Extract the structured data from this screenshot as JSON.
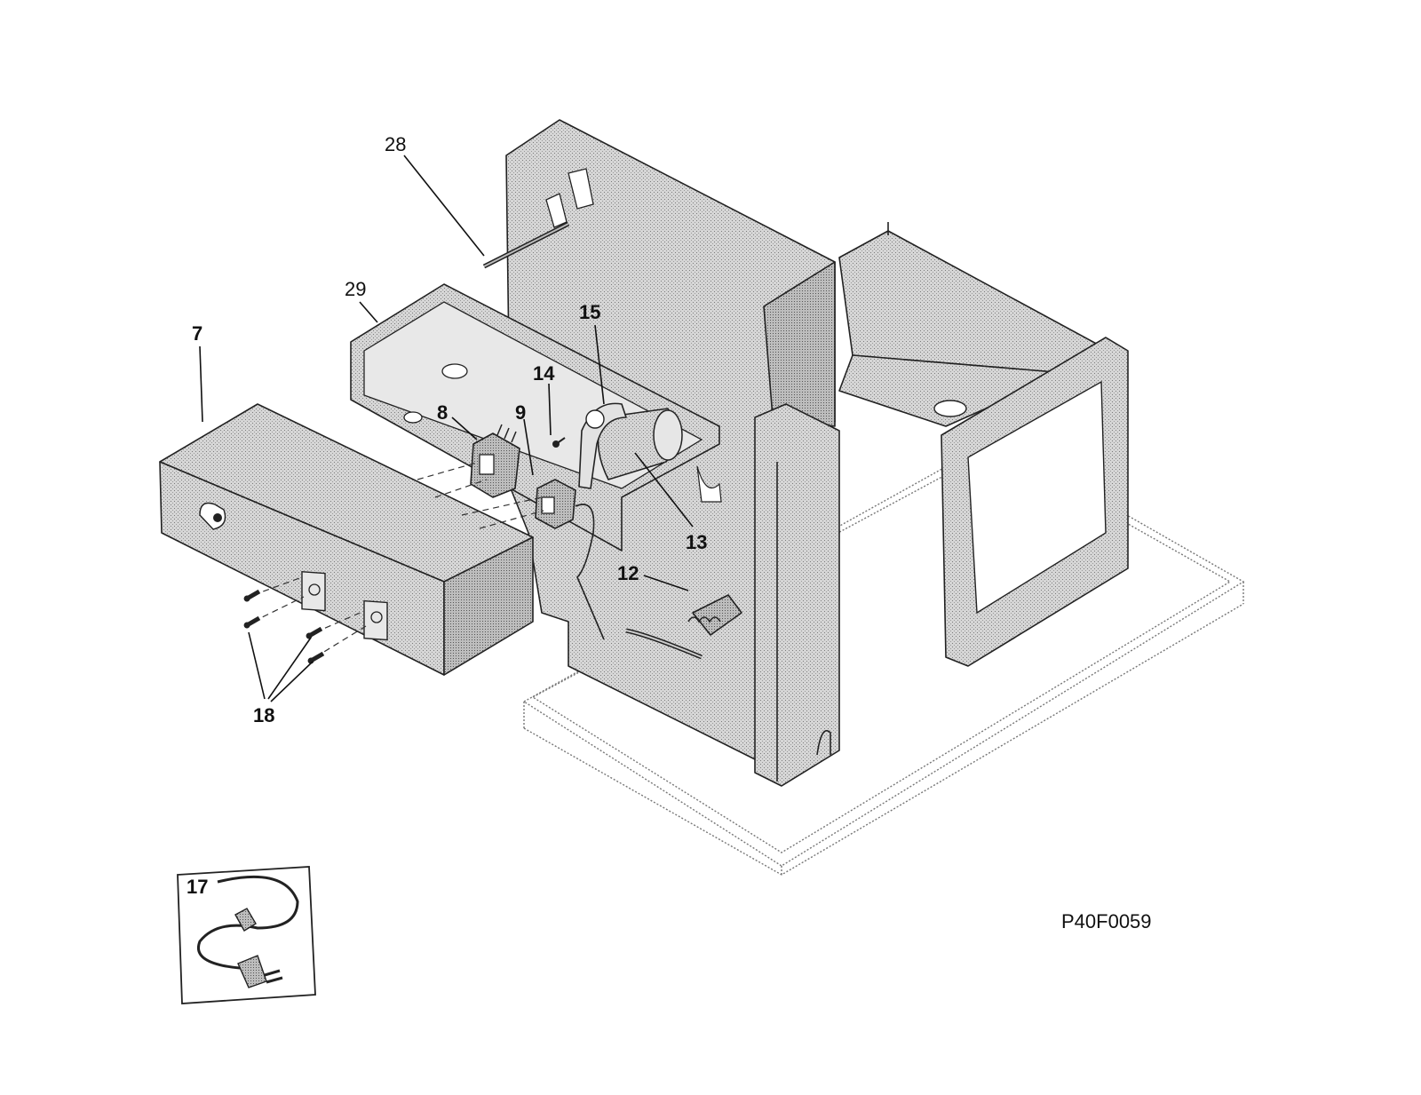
{
  "figure_id": "P40F0059",
  "colors": {
    "panel_fill": "#cfcfcf",
    "panel_stroke": "#222222",
    "background": "#ffffff"
  },
  "callouts": {
    "p7": "7",
    "p8": "8",
    "p9": "9",
    "p12": "12",
    "p13": "13",
    "p14": "14",
    "p15": "15",
    "p17": "17",
    "p18": "18",
    "p28": "28",
    "p29": "29"
  }
}
